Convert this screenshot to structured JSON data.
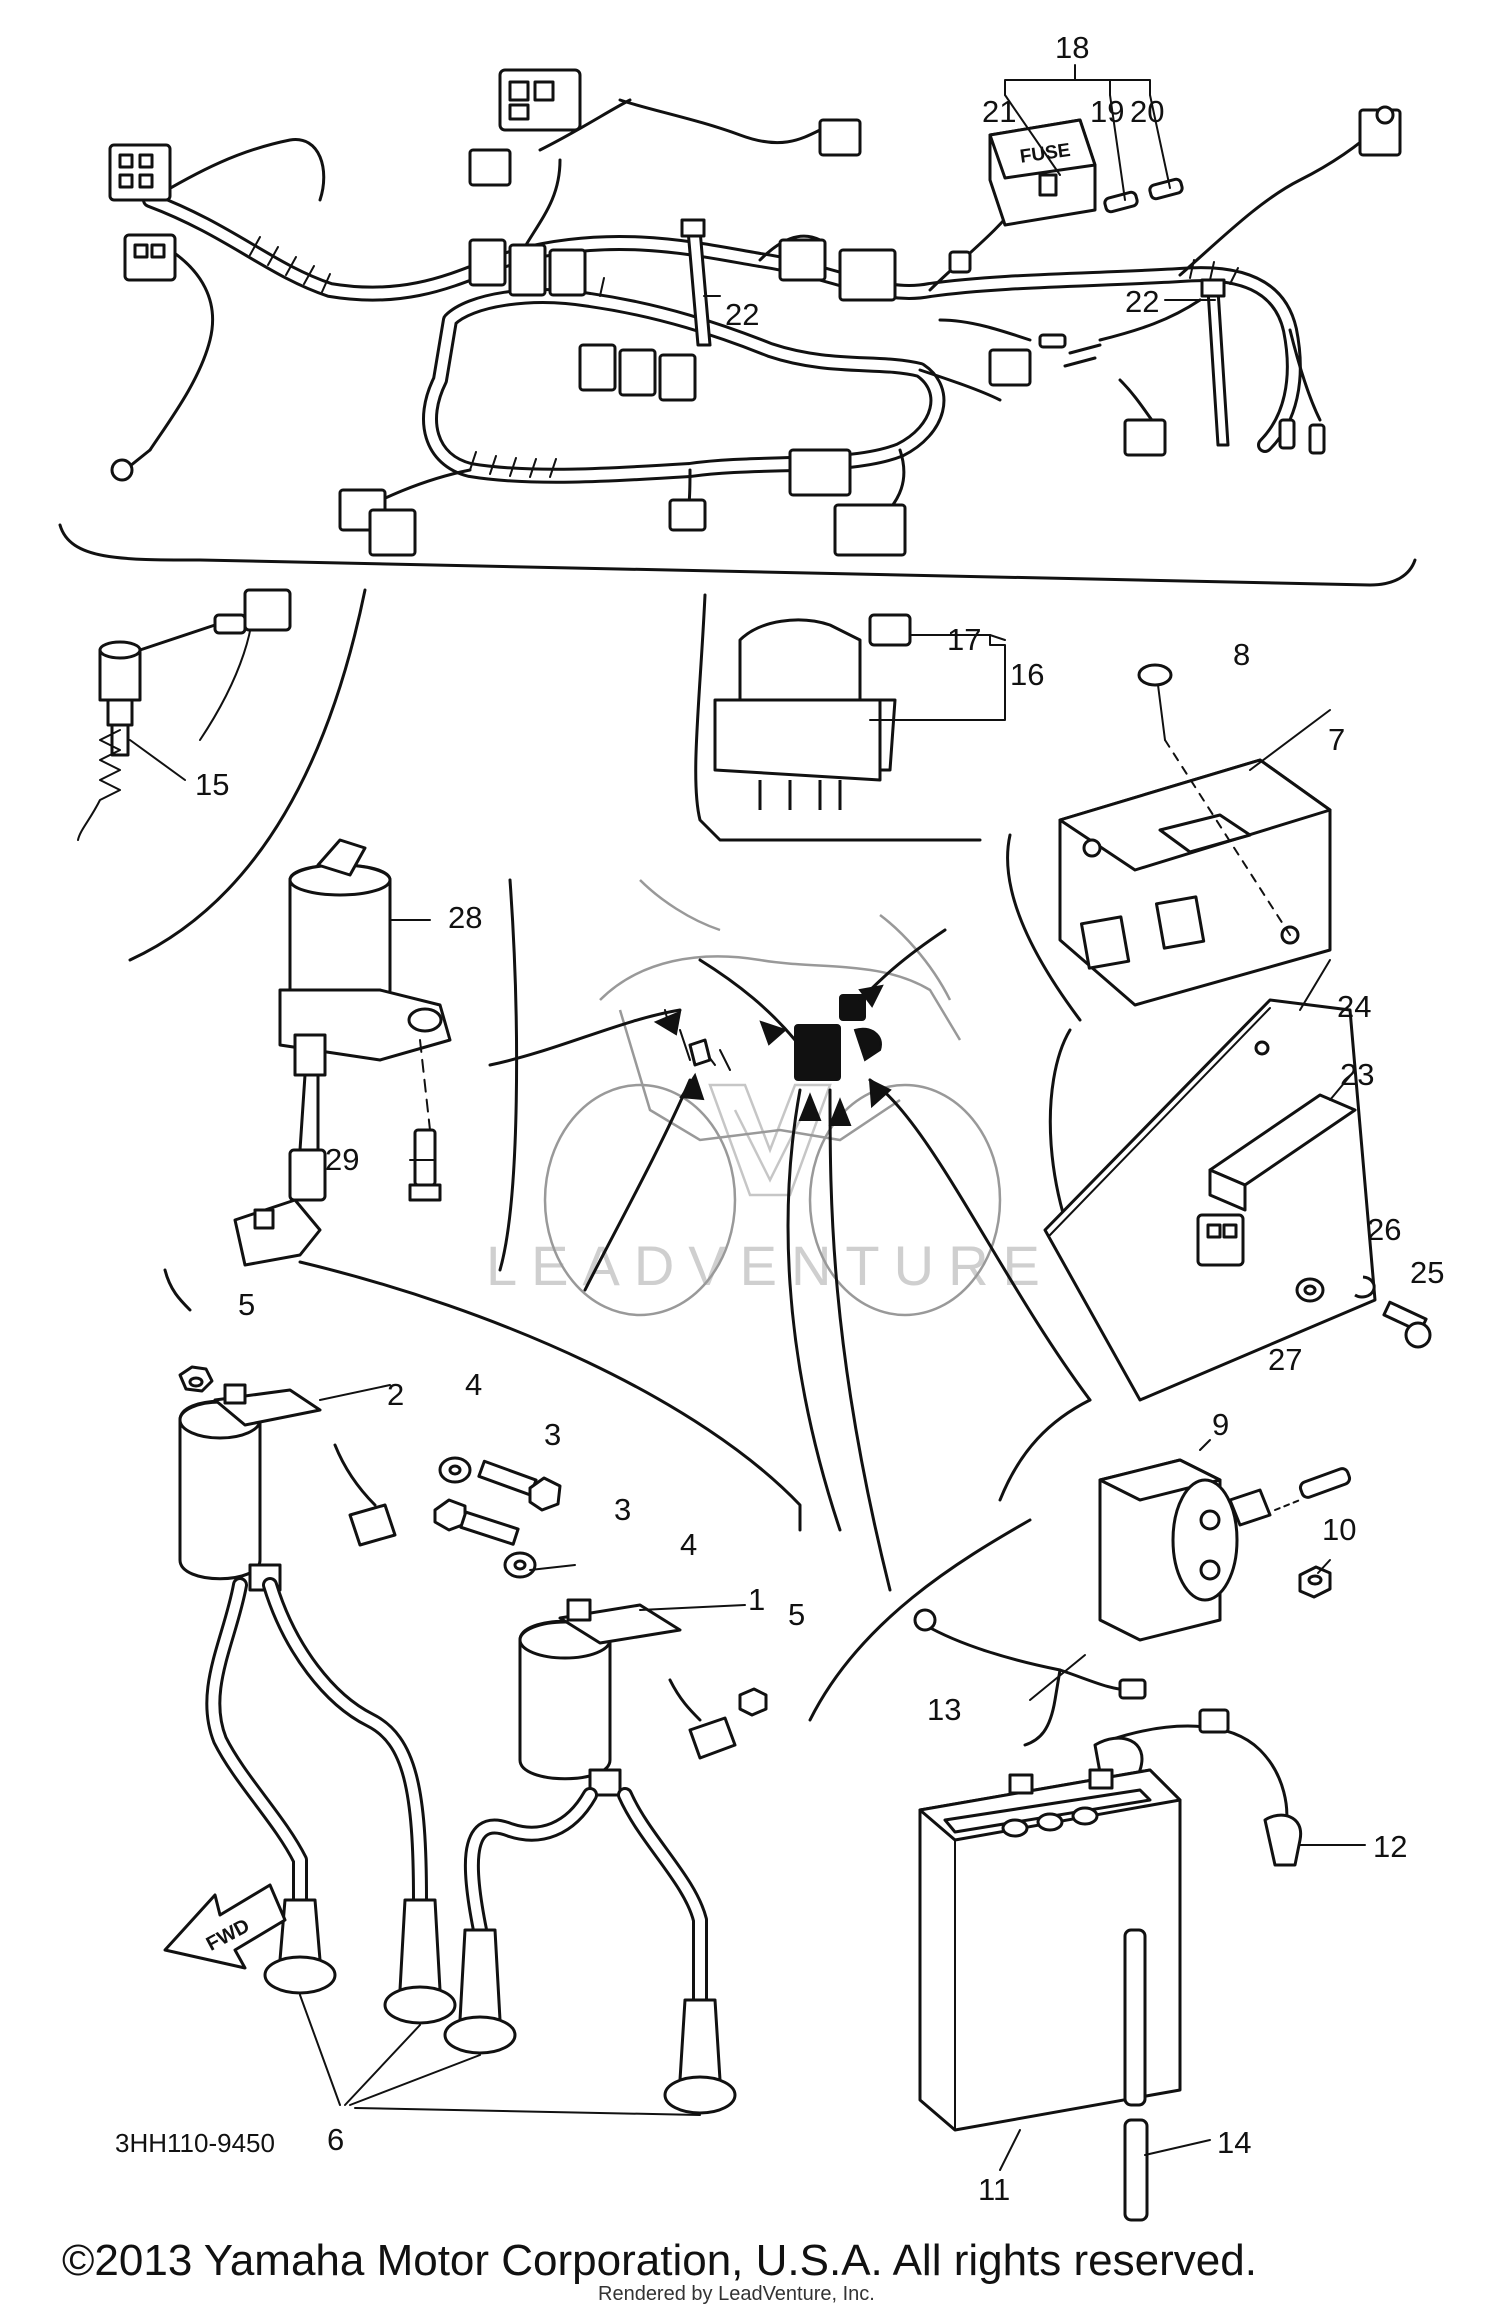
{
  "diagram": {
    "callouts": {
      "c1": "1",
      "c2": "2",
      "c3a": "3",
      "c3b": "3",
      "c4a": "4",
      "c4b": "4",
      "c5a": "5",
      "c5b": "5",
      "c6": "6",
      "c7": "7",
      "c8": "8",
      "c9": "9",
      "c10": "10",
      "c11": "11",
      "c12": "12",
      "c13": "13",
      "c14": "14",
      "c15": "15",
      "c16": "16",
      "c17": "17",
      "c18": "18",
      "c19": "19",
      "c20": "20",
      "c21": "21",
      "c22a": "22",
      "c22b": "22",
      "c23": "23",
      "c24": "24",
      "c25": "25",
      "c26": "26",
      "c27": "27",
      "c28": "28",
      "c29": "29"
    },
    "fuse_label": "FUSE",
    "fwd_label": "FWD",
    "part_code": "3HH110-9450",
    "watermark": "LEADVENTURE",
    "copyright": "©2013 Yamaha Motor Corporation, U.S.A. All rights reserved.",
    "rendered_by": "Rendered by LeadVenture, Inc."
  }
}
